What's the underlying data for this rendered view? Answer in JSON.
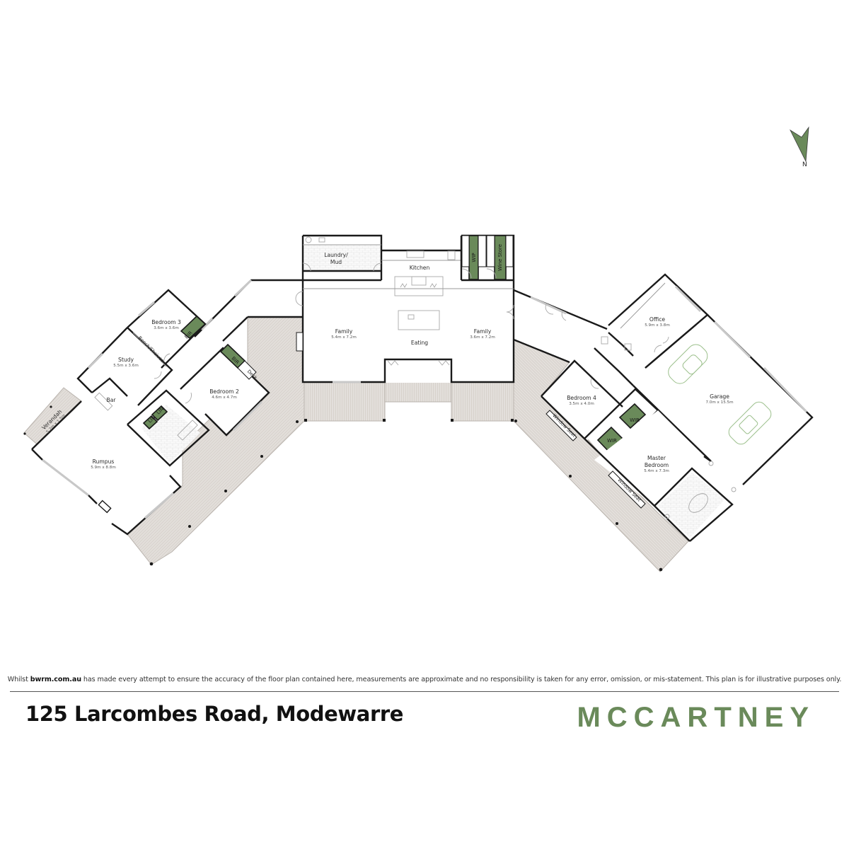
{
  "colors": {
    "accent_green": "#6a8a5a",
    "deck": "#e3dfdb",
    "wall": "#1a1a1a",
    "car_outline": "#9cc08c"
  },
  "compass": {
    "icon": "north-arrow-icon",
    "label": "N"
  },
  "rooms": {
    "laundry": {
      "name_line1": "Laundry/",
      "name_line2": "Mud"
    },
    "kitchen": {
      "name": "Kitchen"
    },
    "wip": {
      "name": "WIP"
    },
    "wine_store": {
      "name": "Wine Store"
    },
    "family_left": {
      "name": "Family",
      "dims": "5.4m x 7.2m"
    },
    "family_right": {
      "name": "Family",
      "dims": "3.6m x 7.2m"
    },
    "eating": {
      "name": "Eating"
    },
    "bedroom3": {
      "name": "Bedroom 3",
      "dims": "3.6m x 3.6m"
    },
    "bedroom3_bir": {
      "name": "BIR"
    },
    "bench_shelves": {
      "name": "Bench/Sheives"
    },
    "study": {
      "name": "Study",
      "dims": "5.5m x 3.6m"
    },
    "bar": {
      "name": "Bar"
    },
    "bedroom2": {
      "name": "Bedroom 2",
      "dims": "4.6m x 4.7m"
    },
    "bedroom2_bir": {
      "name": "BIR"
    },
    "desk": {
      "name": "Desk"
    },
    "lin1": {
      "name": "LIN"
    },
    "lin2": {
      "name": "LIN"
    },
    "verandah": {
      "name": "Verandah",
      "dims": "5.2m x 1.5m"
    },
    "rumpus": {
      "name": "Rumpus",
      "dims": "5.9m x 8.8m"
    },
    "office": {
      "name": "Office",
      "dims": "5.9m x 3.8m"
    },
    "garage": {
      "name": "Garage",
      "dims": "7.0m x 15.5m"
    },
    "bedroom4": {
      "name": "Bedroom 4",
      "dims": "3.5m x 4.0m"
    },
    "wir1": {
      "name": "WIR"
    },
    "wir2": {
      "name": "WIR"
    },
    "master": {
      "name_line1": "Master",
      "name_line2": "Bedroom",
      "dims": "5.4m x 7.3m"
    },
    "window_seat1": {
      "name": "Window Seat"
    },
    "window_seat2": {
      "name": "Window Seat"
    }
  },
  "footer": {
    "disclaimer_prefix": "Whilst ",
    "disclaimer_site": "bwrm.com.au",
    "disclaimer_suffix": " has made every attempt to ensure the accuracy of the floor plan contained here, measurements are approximate and no responsibility is taken for any error, omission, or mis-statement. This plan is for illustrative purposes only.",
    "address": "125 Larcombes Road, Modewarre",
    "brand": "MCCARTNEY"
  }
}
